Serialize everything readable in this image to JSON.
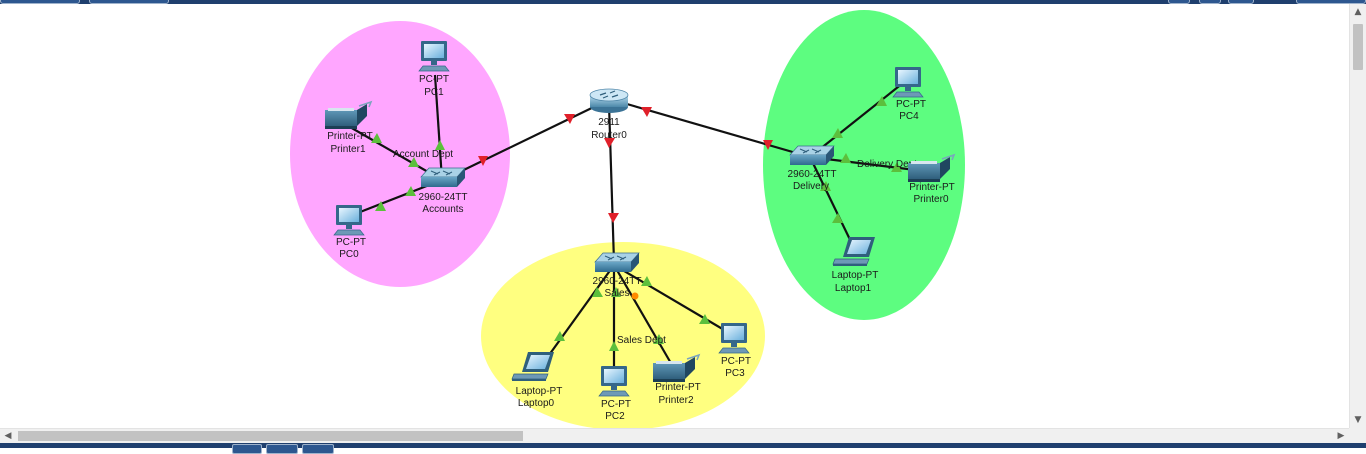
{
  "colors": {
    "accounts_zone": "#ffa6ff",
    "sales_zone": "#ffff80",
    "delivery_zone": "#5dfd80",
    "link": "#111111",
    "port_up": "#5cbf3c",
    "port_router": "#e0202a",
    "port_orange": "#ff8a00",
    "chrome": "#1f3f6e"
  },
  "zones": {
    "accounts": {
      "label": "Account Dept"
    },
    "sales": {
      "label": "Sales Dept"
    },
    "delivery": {
      "label": "Delivery Dept"
    }
  },
  "devices": {
    "router0": {
      "model": "2911",
      "name": "Router0",
      "icon": "router-icon"
    },
    "switch_accounts": {
      "model": "2960-24TT",
      "name": "Accounts",
      "icon": "switch-icon"
    },
    "switch_sales": {
      "model": "2960-24TT",
      "name": "Sales",
      "icon": "switch-icon"
    },
    "switch_delivery": {
      "model": "2960-24TT",
      "name": "Delivery",
      "icon": "switch-icon"
    },
    "pc0": {
      "model": "PC-PT",
      "name": "PC0",
      "icon": "pc-icon"
    },
    "pc1": {
      "model": "PC-PT",
      "name": "PC1",
      "icon": "pc-icon"
    },
    "pc2": {
      "model": "PC-PT",
      "name": "PC2",
      "icon": "pc-icon"
    },
    "pc3": {
      "model": "PC-PT",
      "name": "PC3",
      "icon": "pc-icon"
    },
    "pc4": {
      "model": "PC-PT",
      "name": "PC4",
      "icon": "pc-icon"
    },
    "printer0": {
      "model": "Printer-PT",
      "name": "Printer0",
      "icon": "printer-icon"
    },
    "printer1": {
      "model": "Printer-PT",
      "name": "Printer1",
      "icon": "printer-icon"
    },
    "printer2": {
      "model": "Printer-PT",
      "name": "Printer2",
      "icon": "printer-icon"
    },
    "laptop0": {
      "model": "Laptop-PT",
      "name": "Laptop0",
      "icon": "laptop-icon"
    },
    "laptop1": {
      "model": "Laptop-PT",
      "name": "Laptop1",
      "icon": "laptop-icon"
    }
  }
}
